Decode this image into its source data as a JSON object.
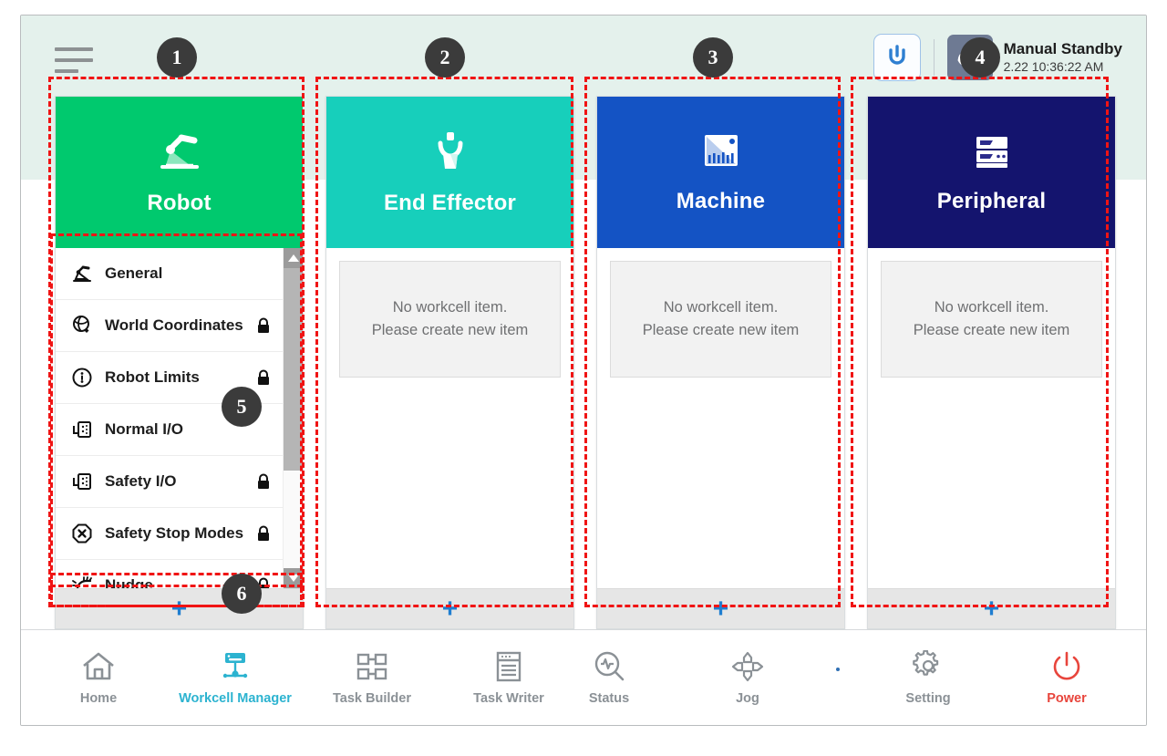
{
  "header": {
    "menu_icon": "hamburger-menu-icon",
    "rotate_icon": "rotate-refresh-icon",
    "mode_icon": "manual-hand-icon",
    "status_title": "Manual Standby",
    "status_time": "2.22 10:36:22 AM"
  },
  "columns": [
    {
      "id": "robot",
      "title": "Robot",
      "icon": "robot-arm-icon",
      "color": "#00c96e",
      "has_list": true,
      "add_label": "+",
      "items": [
        {
          "label": "General",
          "icon": "robot-arm-icon",
          "locked": false
        },
        {
          "label": "World Coordinates",
          "icon": "globe-coordinates-icon",
          "locked": true
        },
        {
          "label": "Robot Limits",
          "icon": "limits-circle-icon",
          "locked": true
        },
        {
          "label": "Normal I/O",
          "icon": "io-port-icon",
          "locked": false
        },
        {
          "label": "Safety I/O",
          "icon": "io-port-icon",
          "locked": true
        },
        {
          "label": "Safety Stop Modes",
          "icon": "stop-octagon-icon",
          "locked": true
        },
        {
          "label": "Nudge",
          "icon": "nudge-hand-icon",
          "locked": true
        }
      ]
    },
    {
      "id": "end-effector",
      "title": "End Effector",
      "icon": "gripper-icon",
      "color": "#17cfbb",
      "has_list": false,
      "add_label": "+",
      "empty_line1": "No workcell item.",
      "empty_line2": "Please create new item"
    },
    {
      "id": "machine",
      "title": "Machine",
      "icon": "machine-icon",
      "color": "#1453c4",
      "has_list": false,
      "add_label": "+",
      "empty_line1": "No workcell item.",
      "empty_line2": "Please create new item"
    },
    {
      "id": "peripheral",
      "title": "Peripheral",
      "icon": "server-rack-icon",
      "color": "#14146e",
      "has_list": false,
      "add_label": "+",
      "empty_line1": "No workcell item.",
      "empty_line2": "Please create new item"
    }
  ],
  "bottom_nav": {
    "left": [
      {
        "label": "Home",
        "icon": "home-icon",
        "active": false
      },
      {
        "label": "Workcell Manager",
        "icon": "workcell-manager-icon",
        "active": true
      },
      {
        "label": "Task Builder",
        "icon": "task-builder-icon",
        "active": false
      },
      {
        "label": "Task Writer",
        "icon": "task-writer-icon",
        "active": false
      }
    ],
    "right": [
      {
        "label": "Status",
        "icon": "status-pulse-icon",
        "active": false
      },
      {
        "label": "Jog",
        "icon": "jog-dpad-icon",
        "active": false
      },
      {
        "label": "Setting",
        "icon": "gear-icon",
        "active": false
      },
      {
        "label": "Power",
        "icon": "power-icon",
        "active": false
      }
    ]
  },
  "annotations": [
    {
      "number": "1",
      "target": "robot-column"
    },
    {
      "number": "2",
      "target": "end-effector-column"
    },
    {
      "number": "3",
      "target": "machine-column"
    },
    {
      "number": "4",
      "target": "status-area"
    },
    {
      "number": "5",
      "target": "robot-item-list"
    },
    {
      "number": "6",
      "target": "add-item-button"
    }
  ]
}
